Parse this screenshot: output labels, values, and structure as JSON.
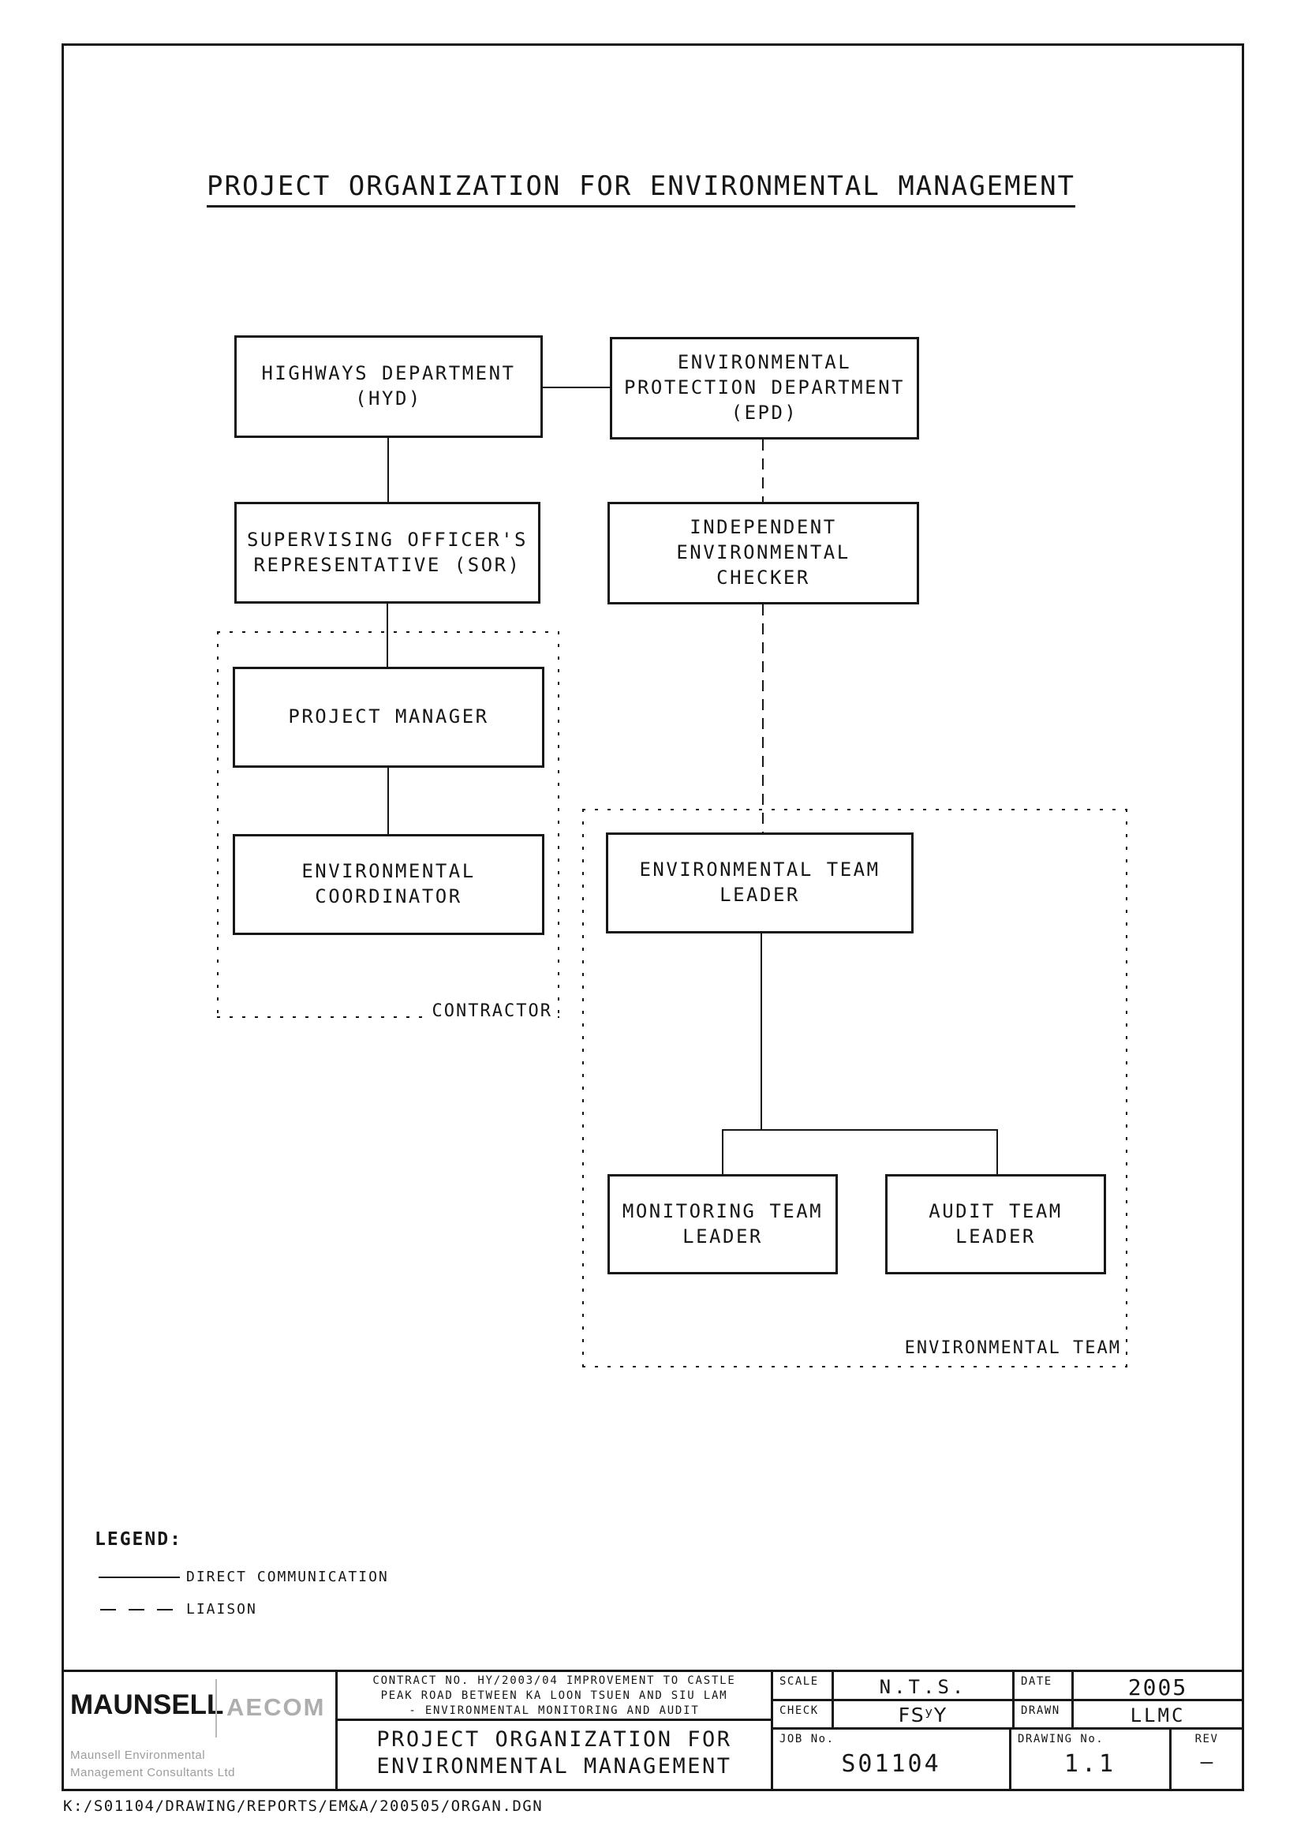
{
  "page": {
    "title": "PROJECT ORGANIZATION FOR ENVIRONMENTAL MANAGEMENT",
    "file_path": "K:/S01104/DRAWING/REPORTS/EM&A/200505/ORGAN.DGN"
  },
  "chart": {
    "type": "org-chart",
    "nodes": {
      "hyd": {
        "label": "HIGHWAYS DEPARTMENT\n(HYD)"
      },
      "epd": {
        "label": "ENVIRONMENTAL\nPROTECTION DEPARTMENT\n(EPD)"
      },
      "sor": {
        "label": "SUPERVISING OFFICER'S\nREPRESENTATIVE (SOR)"
      },
      "iec": {
        "label": "INDEPENDENT\nENVIRONMENTAL\nCHECKER"
      },
      "pm": {
        "label": "PROJECT MANAGER"
      },
      "ec": {
        "label": "ENVIRONMENTAL\nCOORDINATOR"
      },
      "etl": {
        "label": "ENVIRONMENTAL TEAM\nLEADER"
      },
      "mtl": {
        "label": "MONITORING TEAM\nLEADER"
      },
      "atl": {
        "label": "AUDIT TEAM\nLEADER"
      }
    },
    "groups": {
      "contractor": {
        "label": "CONTRACTOR"
      },
      "envteam": {
        "label": "ENVIRONMENTAL TEAM"
      }
    }
  },
  "legend": {
    "heading": "LEGEND:",
    "items": [
      {
        "style": "solid",
        "label": "DIRECT COMMUNICATION"
      },
      {
        "style": "dashed",
        "label": "LIAISON"
      }
    ]
  },
  "title_block": {
    "company": {
      "name": "MAUNSELL",
      "brand": "AECOM",
      "subtitle_line1": "Maunsell Environmental",
      "subtitle_line2": "Management Consultants Ltd"
    },
    "contract": {
      "line1": "CONTRACT NO. HY/2003/04 IMPROVEMENT TO CASTLE",
      "line2": "PEAK ROAD BETWEEN KA LOON TSUEN AND SIU LAM",
      "line3": "- ENVIRONMENTAL MONITORING AND AUDIT"
    },
    "drawing_title_line1": "PROJECT ORGANIZATION FOR",
    "drawing_title_line2": "ENVIRONMENTAL MANAGEMENT",
    "fields": {
      "scale_label": "SCALE",
      "scale_value": "N.T.S.",
      "date_label": "DATE",
      "date_value": "2005",
      "check_label": "CHECK",
      "check_value": "FSʸY",
      "drawn_label": "DRAWN",
      "drawn_value": "LLMC",
      "job_label": "JOB No.",
      "job_value": "S01104",
      "drawing_no_label": "DRAWING No.",
      "drawing_no_value": "1.1",
      "rev_label": "REV",
      "rev_value": "—"
    }
  }
}
